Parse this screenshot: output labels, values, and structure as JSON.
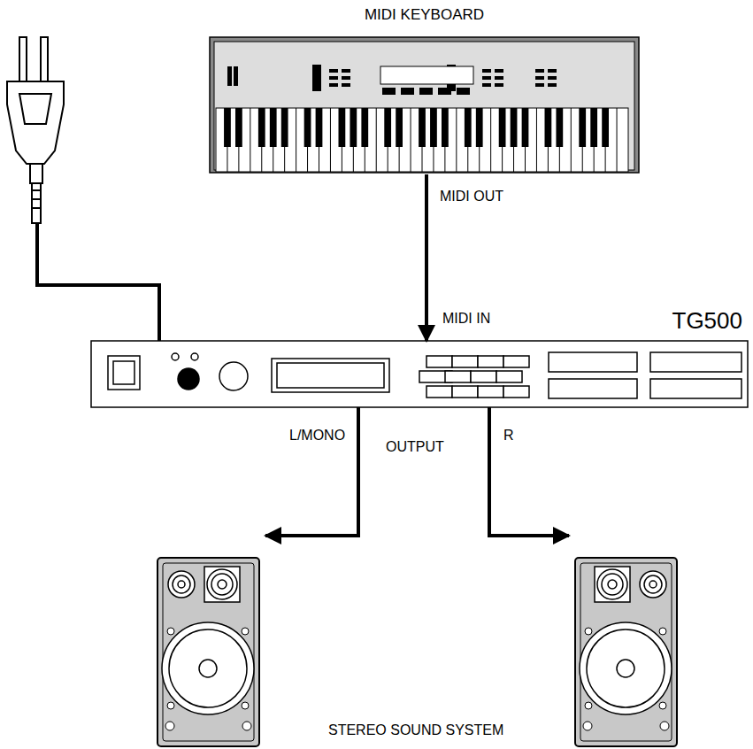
{
  "diagram": {
    "nodes": [
      {
        "text": [
          "MIDI KEYBOARD"
        ]
      },
      {
        "text": [
          "TG500"
        ]
      }
    ],
    "edges": [
      {
        "from": 0,
        "to": 1,
        "arrow": "to"
      }
    ],
    "labels": [
      "MIDI OUT",
      "MIDI IN",
      "L/MONO",
      "OUTPUT",
      "R",
      "STEREO SOUND SYSTEM"
    ]
  }
}
